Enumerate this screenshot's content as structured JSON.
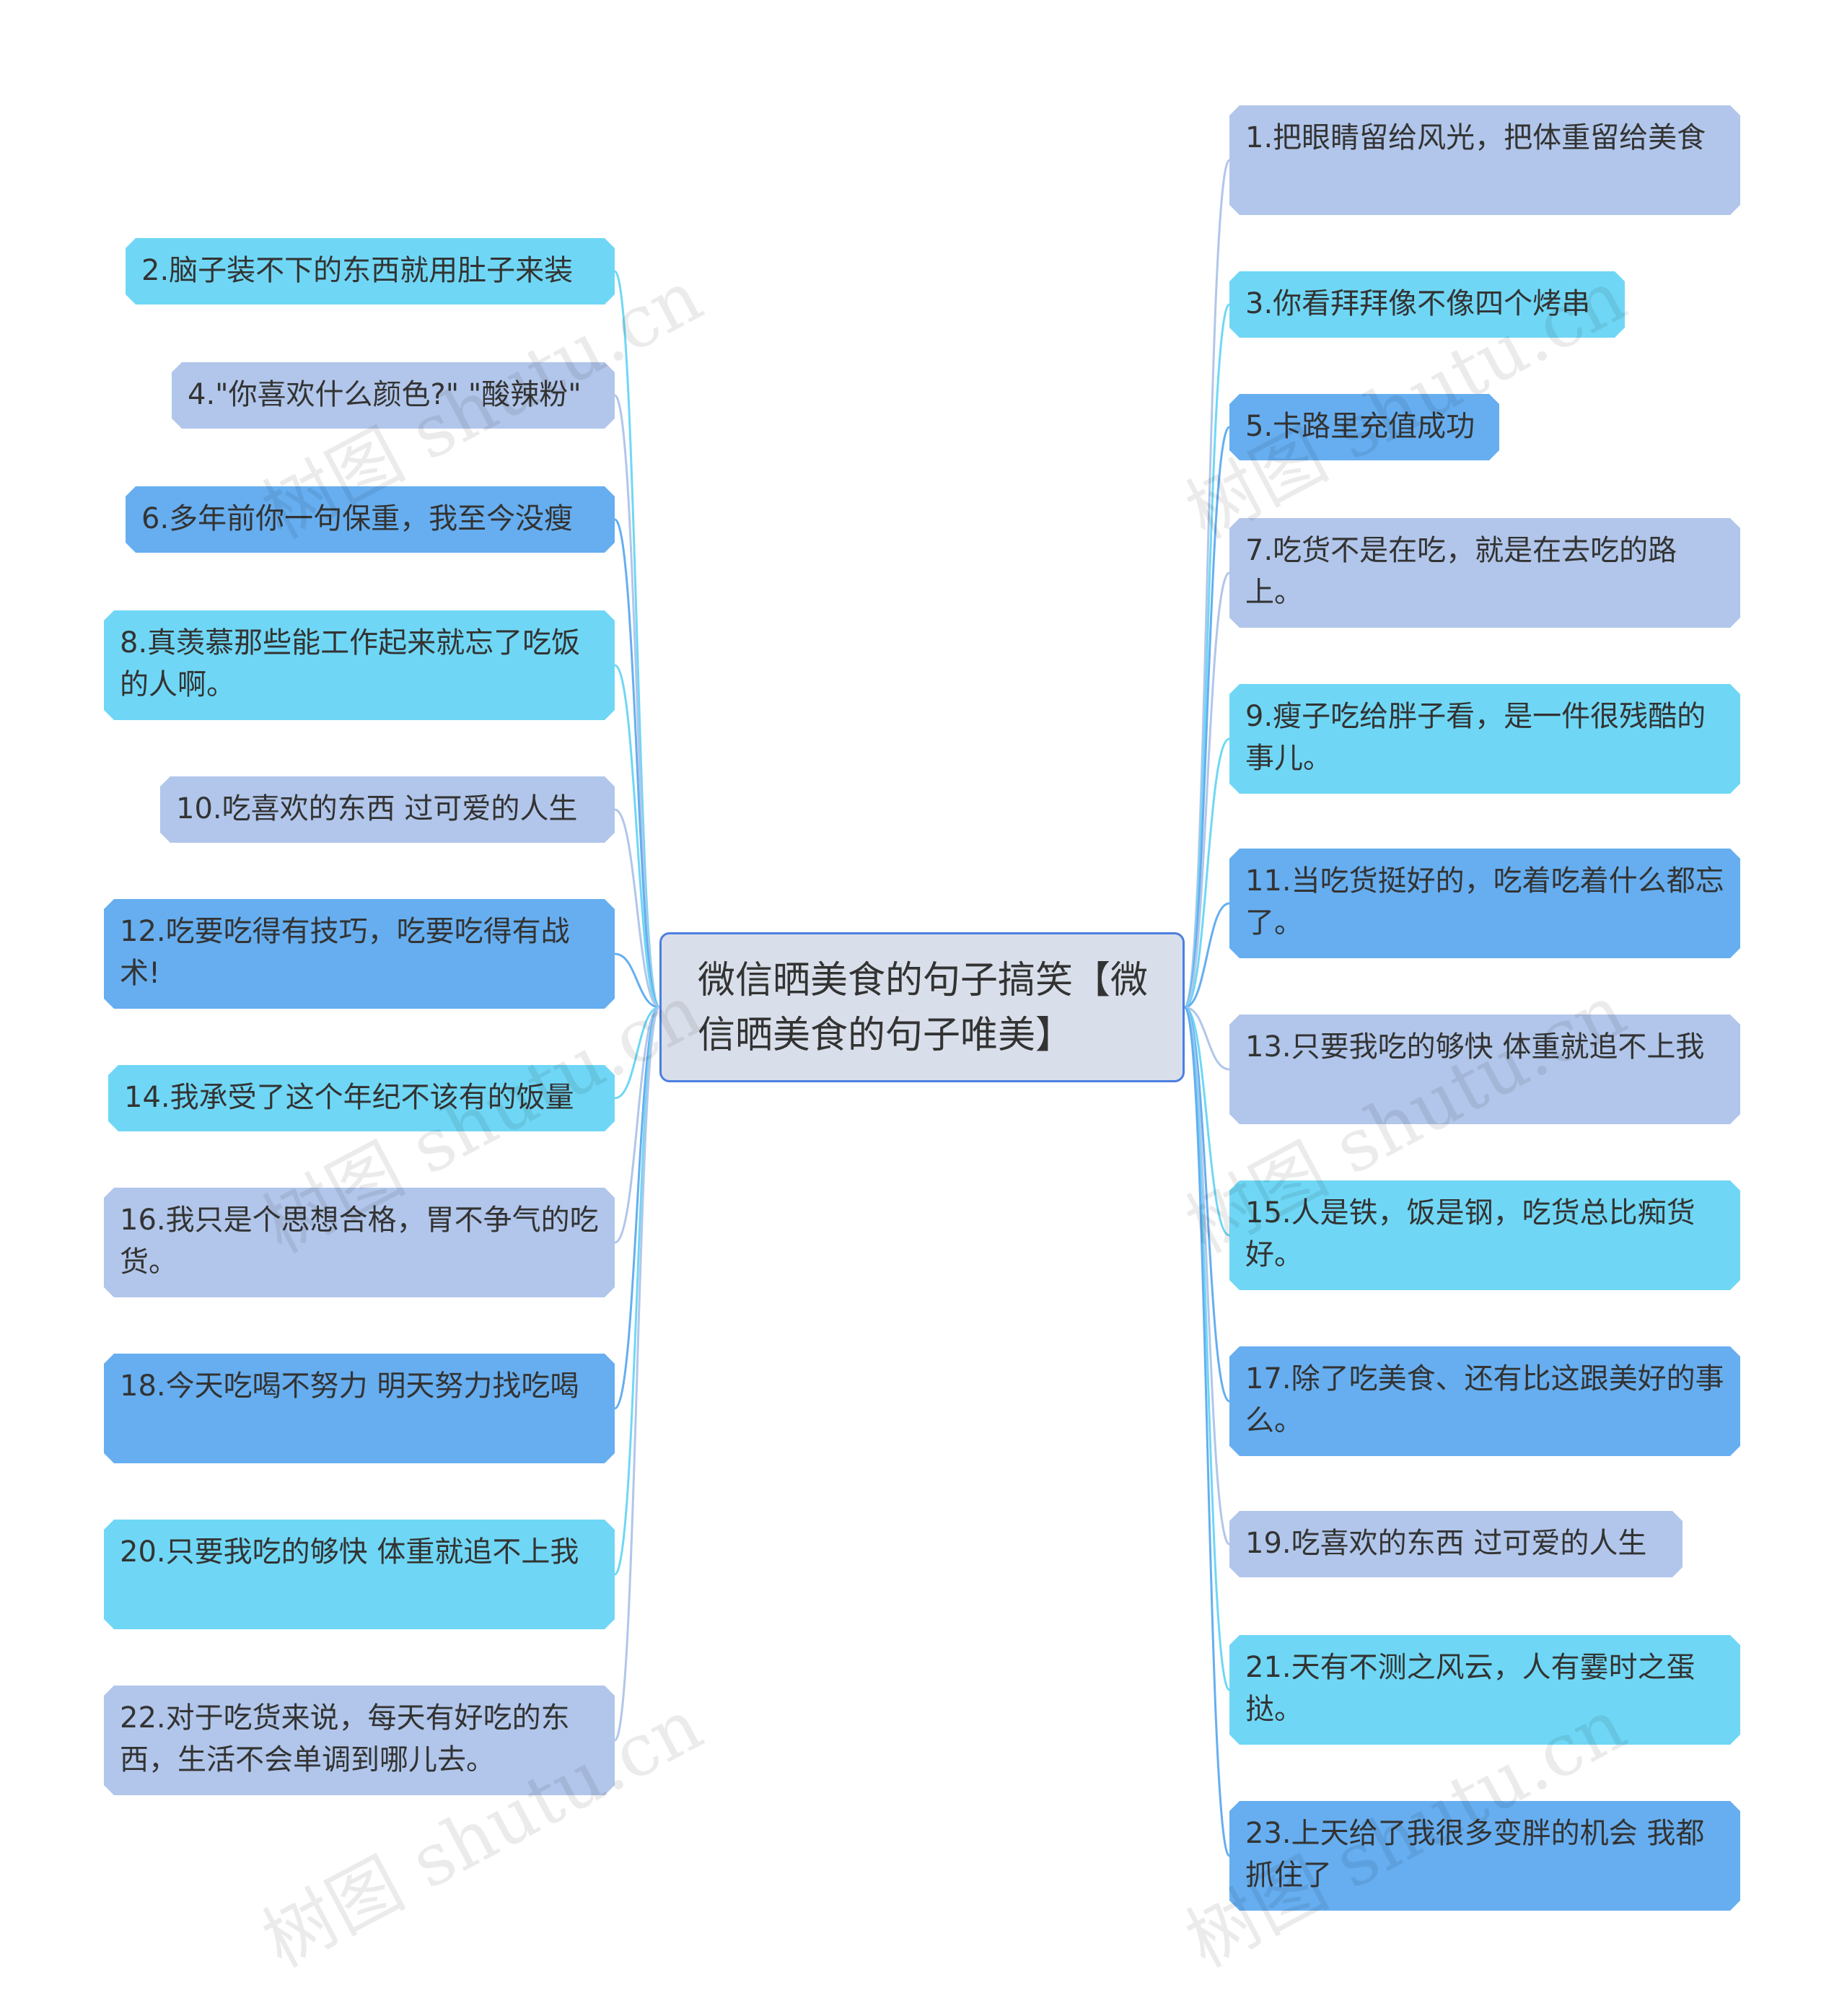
{
  "center": {
    "text": "微信晒美食的句子搞笑【微信晒美食的句子唯美】"
  },
  "left_nodes": [
    {
      "text": "2.脑子装不下的东西就用肚子来装",
      "color": "#6fd7f5"
    },
    {
      "text": "4.\"你喜欢什么颜色?\" \"酸辣粉\"",
      "color": "#b1c6ea"
    },
    {
      "text": "6.多年前你一句保重，我至今没瘦",
      "color": "#66aef0"
    },
    {
      "text": "8.真羡慕那些能工作起来就忘了吃饭的人啊。",
      "color": "#6fd7f5"
    },
    {
      "text": "10.吃喜欢的东西 过可爱的人生",
      "color": "#b1c6ea"
    },
    {
      "text": "12.吃要吃得有技巧，吃要吃得有战术!",
      "color": "#66aef0"
    },
    {
      "text": "14.我承受了这个年纪不该有的饭量",
      "color": "#6fd7f5"
    },
    {
      "text": "16.我只是个思想合格，胃不争气的吃货。",
      "color": "#b1c6ea"
    },
    {
      "text": "18.今天吃喝不努力 明天努力找吃喝",
      "color": "#66aef0"
    },
    {
      "text": "20.只要我吃的够快 体重就追不上我",
      "color": "#6fd7f5"
    },
    {
      "text": "22.对于吃货来说，每天有好吃的东西，生活不会单调到哪儿去。",
      "color": "#b1c6ea"
    }
  ],
  "right_nodes": [
    {
      "text": "1.把眼睛留给风光，把体重留给美食",
      "color": "#b1c6ea"
    },
    {
      "text": "3.你看拜拜像不像四个烤串",
      "color": "#6fd7f5"
    },
    {
      "text": "5.卡路里充值成功",
      "color": "#66aef0"
    },
    {
      "text": "7.吃货不是在吃，就是在去吃的路上。",
      "color": "#b1c6ea"
    },
    {
      "text": "9.瘦子吃给胖子看，是一件很残酷的事儿。",
      "color": "#6fd7f5"
    },
    {
      "text": "11.当吃货挺好的，吃着吃着什么都忘了。",
      "color": "#66aef0"
    },
    {
      "text": "13.只要我吃的够快 体重就追不上我",
      "color": "#b1c6ea"
    },
    {
      "text": "15.人是铁，饭是钢，吃货总比痴货好。",
      "color": "#6fd7f5"
    },
    {
      "text": "17.除了吃美食、还有比这跟美好的事么。",
      "color": "#66aef0"
    },
    {
      "text": "19.吃喜欢的东西 过可爱的人生",
      "color": "#b1c6ea"
    },
    {
      "text": "21.天有不测之风云，人有霎时之蛋挞。",
      "color": "#6fd7f5"
    },
    {
      "text": "23.上天给了我很多变胖的机会 我都抓住了",
      "color": "#66aef0"
    }
  ],
  "watermark": "树图 shutu.cn"
}
